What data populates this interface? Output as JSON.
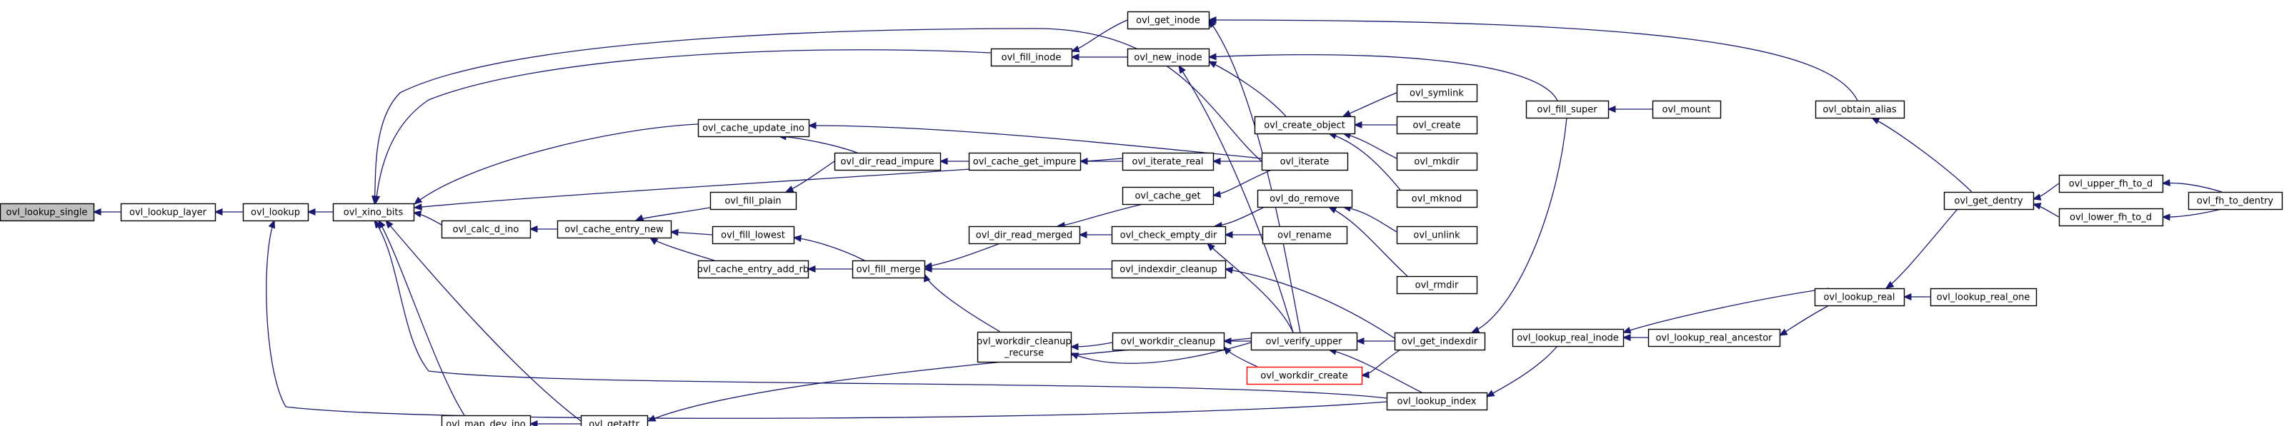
{
  "nodes": {
    "ovl_lookup_single": {
      "label": "ovl_lookup_single"
    },
    "ovl_lookup_layer": {
      "label": "ovl_lookup_layer"
    },
    "ovl_lookup": {
      "label": "ovl_lookup"
    },
    "ovl_xino_bits": {
      "label": "ovl_xino_bits"
    },
    "ovl_calc_d_ino": {
      "label": "ovl_calc_d_ino"
    },
    "ovl_map_dev_ino": {
      "label": "ovl_map_dev_ino"
    },
    "ovl_cache_update_ino": {
      "label": "ovl_cache_update_ino"
    },
    "ovl_fill_plain": {
      "label": "ovl_fill_plain"
    },
    "ovl_cache_entry_new": {
      "label": "ovl_cache_entry_new"
    },
    "ovl_fill_lowest": {
      "label": "ovl_fill_lowest"
    },
    "ovl_cache_entry_add_rb": {
      "label": "ovl_cache_entry_add_rb"
    },
    "ovl_getattr": {
      "label": "ovl_getattr"
    },
    "ovl_fill_inode": {
      "label": "ovl_fill_inode"
    },
    "ovl_get_inode": {
      "label": "ovl_get_inode"
    },
    "ovl_new_inode": {
      "label": "ovl_new_inode"
    },
    "ovl_dir_read_impure": {
      "label": "ovl_dir_read_impure"
    },
    "ovl_cache_get_impure": {
      "label": "ovl_cache_get_impure"
    },
    "ovl_iterate_real": {
      "label": "ovl_iterate_real"
    },
    "ovl_cache_get": {
      "label": "ovl_cache_get"
    },
    "ovl_fill_merge": {
      "label": "ovl_fill_merge"
    },
    "ovl_dir_read_merged": {
      "label": "ovl_dir_read_merged"
    },
    "ovl_check_empty_dir": {
      "label": "ovl_check_empty_dir"
    },
    "ovl_indexdir_cleanup": {
      "label": "ovl_indexdir_cleanup"
    },
    "ovl_workdir_cleanup_recurse": {
      "label": "ovl_workdir_cleanup",
      "label2": "_recurse"
    },
    "ovl_workdir_cleanup": {
      "label": "ovl_workdir_cleanup"
    },
    "ovl_create_object": {
      "label": "ovl_create_object"
    },
    "ovl_iterate": {
      "label": "ovl_iterate"
    },
    "ovl_do_remove": {
      "label": "ovl_do_remove"
    },
    "ovl_rename": {
      "label": "ovl_rename"
    },
    "ovl_verify_upper": {
      "label": "ovl_verify_upper"
    },
    "ovl_workdir_create": {
      "label": "ovl_workdir_create"
    },
    "ovl_symlink": {
      "label": "ovl_symlink"
    },
    "ovl_create": {
      "label": "ovl_create"
    },
    "ovl_mkdir": {
      "label": "ovl_mkdir"
    },
    "ovl_mknod": {
      "label": "ovl_mknod"
    },
    "ovl_unlink": {
      "label": "ovl_unlink"
    },
    "ovl_rmdir": {
      "label": "ovl_rmdir"
    },
    "ovl_get_indexdir": {
      "label": "ovl_get_indexdir"
    },
    "ovl_lookup_index": {
      "label": "ovl_lookup_index"
    },
    "ovl_fill_super": {
      "label": "ovl_fill_super"
    },
    "ovl_mount": {
      "label": "ovl_mount"
    },
    "ovl_lookup_real_inode": {
      "label": "ovl_lookup_real_inode"
    },
    "ovl_lookup_real_ancestor": {
      "label": "ovl_lookup_real_ancestor"
    },
    "ovl_lookup_real": {
      "label": "ovl_lookup_real"
    },
    "ovl_lookup_real_one": {
      "label": "ovl_lookup_real_one"
    },
    "ovl_obtain_alias": {
      "label": "ovl_obtain_alias"
    },
    "ovl_get_dentry": {
      "label": "ovl_get_dentry"
    },
    "ovl_upper_fh_to_d": {
      "label": "ovl_upper_fh_to_d"
    },
    "ovl_lower_fh_to_d": {
      "label": "ovl_lower_fh_to_d"
    },
    "ovl_fh_to_dentry": {
      "label": "ovl_fh_to_dentry"
    }
  },
  "edges": [
    [
      "ovl_lookup_layer",
      "ovl_lookup_single"
    ],
    [
      "ovl_lookup",
      "ovl_lookup_layer"
    ],
    [
      "ovl_xino_bits",
      "ovl_lookup"
    ],
    [
      "ovl_lookup_index",
      "ovl_lookup"
    ],
    [
      "ovl_calc_d_ino",
      "ovl_xino_bits"
    ],
    [
      "ovl_map_dev_ino",
      "ovl_xino_bits"
    ],
    [
      "ovl_getattr",
      "ovl_xino_bits"
    ],
    [
      "ovl_cache_update_ino",
      "ovl_xino_bits"
    ],
    [
      "ovl_iterate_real",
      "ovl_xino_bits"
    ],
    [
      "ovl_fill_inode",
      "ovl_xino_bits"
    ],
    [
      "ovl_iterate",
      "ovl_xino_bits"
    ],
    [
      "ovl_lookup_index",
      "ovl_xino_bits"
    ],
    [
      "ovl_cache_entry_new",
      "ovl_calc_d_ino"
    ],
    [
      "ovl_getattr",
      "ovl_map_dev_ino"
    ],
    [
      "ovl_fill_plain",
      "ovl_cache_entry_new"
    ],
    [
      "ovl_fill_lowest",
      "ovl_cache_entry_new"
    ],
    [
      "ovl_cache_entry_add_rb",
      "ovl_cache_entry_new"
    ],
    [
      "ovl_dir_read_impure",
      "ovl_cache_update_ino"
    ],
    [
      "ovl_iterate",
      "ovl_cache_update_ino"
    ],
    [
      "ovl_dir_read_impure",
      "ovl_fill_plain"
    ],
    [
      "ovl_fill_merge",
      "ovl_fill_lowest"
    ],
    [
      "ovl_fill_merge",
      "ovl_cache_entry_add_rb"
    ],
    [
      "ovl_verify_upper",
      "ovl_getattr"
    ],
    [
      "ovl_get_inode",
      "ovl_fill_inode"
    ],
    [
      "ovl_new_inode",
      "ovl_fill_inode"
    ],
    [
      "ovl_obtain_alias",
      "ovl_get_inode"
    ],
    [
      "ovl_verify_upper",
      "ovl_get_inode"
    ],
    [
      "ovl_create_object",
      "ovl_new_inode"
    ],
    [
      "ovl_fill_super",
      "ovl_new_inode"
    ],
    [
      "ovl_verify_upper",
      "ovl_new_inode"
    ],
    [
      "ovl_cache_get_impure",
      "ovl_dir_read_impure"
    ],
    [
      "ovl_iterate_real",
      "ovl_cache_get_impure"
    ],
    [
      "ovl_iterate",
      "ovl_iterate_real"
    ],
    [
      "ovl_iterate",
      "ovl_cache_get"
    ],
    [
      "ovl_dir_read_merged",
      "ovl_fill_merge"
    ],
    [
      "ovl_indexdir_cleanup",
      "ovl_fill_merge"
    ],
    [
      "ovl_workdir_cleanup_recurse",
      "ovl_fill_merge"
    ],
    [
      "ovl_cache_get",
      "ovl_dir_read_merged"
    ],
    [
      "ovl_check_empty_dir",
      "ovl_dir_read_merged"
    ],
    [
      "ovl_do_remove",
      "ovl_check_empty_dir"
    ],
    [
      "ovl_rename",
      "ovl_check_empty_dir"
    ],
    [
      "ovl_verify_upper",
      "ovl_check_empty_dir"
    ],
    [
      "ovl_get_indexdir",
      "ovl_indexdir_cleanup"
    ],
    [
      "ovl_workdir_cleanup",
      "ovl_workdir_cleanup_recurse"
    ],
    [
      "ovl_verify_upper",
      "ovl_workdir_cleanup_recurse"
    ],
    [
      "ovl_verify_upper",
      "ovl_workdir_cleanup"
    ],
    [
      "ovl_workdir_create",
      "ovl_workdir_cleanup"
    ],
    [
      "ovl_symlink",
      "ovl_create_object"
    ],
    [
      "ovl_create",
      "ovl_create_object"
    ],
    [
      "ovl_mkdir",
      "ovl_create_object"
    ],
    [
      "ovl_mknod",
      "ovl_create_object"
    ],
    [
      "ovl_unlink",
      "ovl_do_remove"
    ],
    [
      "ovl_rmdir",
      "ovl_do_remove"
    ],
    [
      "ovl_get_indexdir",
      "ovl_verify_upper"
    ],
    [
      "ovl_lookup_index",
      "ovl_verify_upper"
    ],
    [
      "ovl_get_indexdir",
      "ovl_workdir_create"
    ],
    [
      "ovl_fill_super",
      "ovl_get_indexdir"
    ],
    [
      "ovl_lookup_real_inode",
      "ovl_lookup_index"
    ],
    [
      "ovl_mount",
      "ovl_fill_super"
    ],
    [
      "ovl_lookup_real_ancestor",
      "ovl_lookup_real_inode"
    ],
    [
      "ovl_lookup_real",
      "ovl_lookup_real_inode"
    ],
    [
      "ovl_lookup_real",
      "ovl_lookup_real_ancestor"
    ],
    [
      "ovl_get_dentry",
      "ovl_lookup_real"
    ],
    [
      "ovl_lookup_real_one",
      "ovl_lookup_real"
    ],
    [
      "ovl_get_dentry",
      "ovl_obtain_alias"
    ],
    [
      "ovl_upper_fh_to_d",
      "ovl_get_dentry"
    ],
    [
      "ovl_lower_fh_to_d",
      "ovl_get_dentry"
    ],
    [
      "ovl_fh_to_dentry",
      "ovl_upper_fh_to_d"
    ],
    [
      "ovl_fh_to_dentry",
      "ovl_lower_fh_to_d"
    ]
  ],
  "colors": {
    "edge": "#191970",
    "root_fill": "#bfbfbf",
    "red_border": "#ff0000"
  }
}
